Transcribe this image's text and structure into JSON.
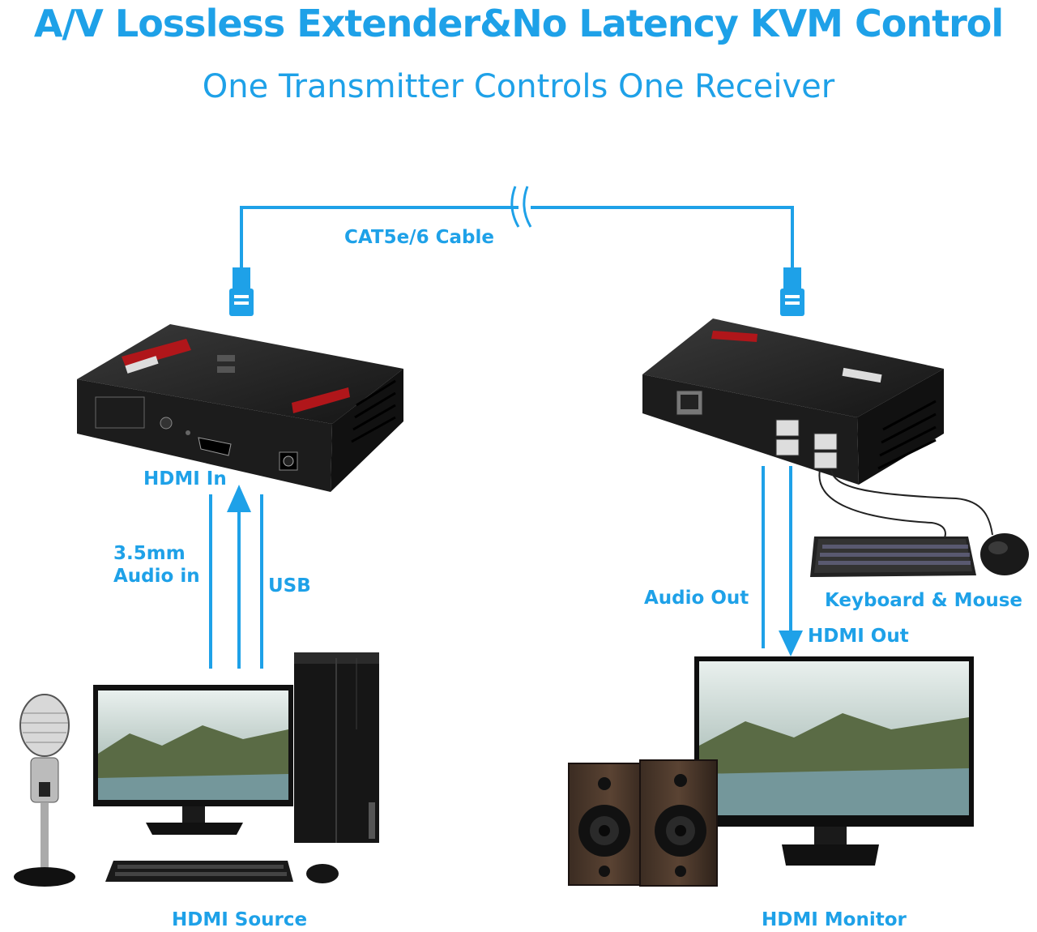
{
  "header": {
    "title": "A/V Lossless Extender&No Latency KVM Control",
    "subtitle": "One Transmitter Controls One Receiver"
  },
  "labels": {
    "cable": "CAT5e/6 Cable",
    "hdmi_in": "HDMI In",
    "audio_in_line1": "3.5mm",
    "audio_in_line2": "Audio in",
    "usb": "USB",
    "audio_out": "Audio Out",
    "hdmi_out": "HDMI Out",
    "keyboard_mouse": "Keyboard & Mouse",
    "hdmi_source": "HDMI Source",
    "hdmi_monitor": "HDMI Monitor"
  },
  "colors": {
    "accent": "#1ea1e8",
    "device_body": "#1c1c1c",
    "device_top": "#2a2a2a",
    "device_red": "#b0161a",
    "background": "#ffffff"
  },
  "icons": {
    "transmitter": "kvm-transmitter-box",
    "receiver": "kvm-receiver-box",
    "source_pc": "desktop-pc-with-monitor",
    "microphone": "studio-microphone",
    "monitor": "hdmi-monitor",
    "speakers": "bookshelf-speakers",
    "keyboard": "keyboard",
    "mouse": "mouse",
    "rj45_plug": "rj45-connector"
  }
}
